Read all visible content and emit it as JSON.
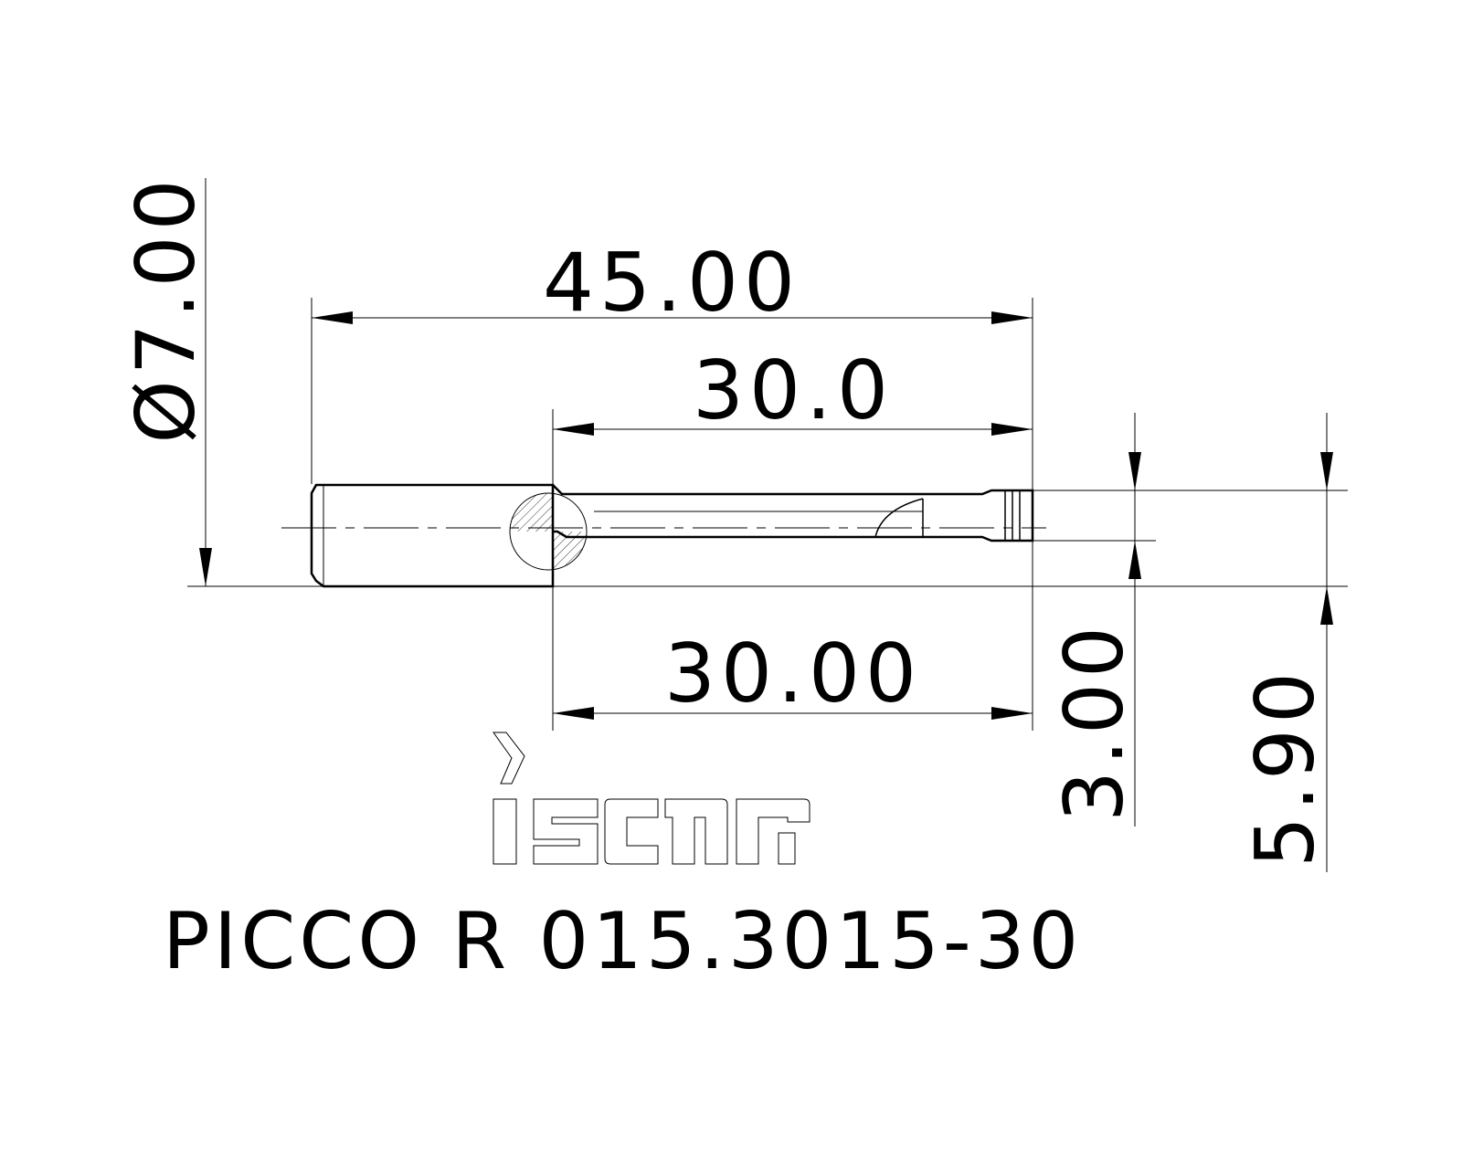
{
  "dimensions": {
    "overall_length": "45.00",
    "reach_top": "30.0",
    "reach_bottom": "30.00",
    "shank_diameter": "Ø7.00",
    "min_bore": "3.00",
    "height": "5.90"
  },
  "logo": {
    "name": "iscar-logo",
    "text": "iscar"
  },
  "part_number": "PICCO R 015.3015-30",
  "colors": {
    "line": "#000000",
    "background": "#ffffff"
  }
}
